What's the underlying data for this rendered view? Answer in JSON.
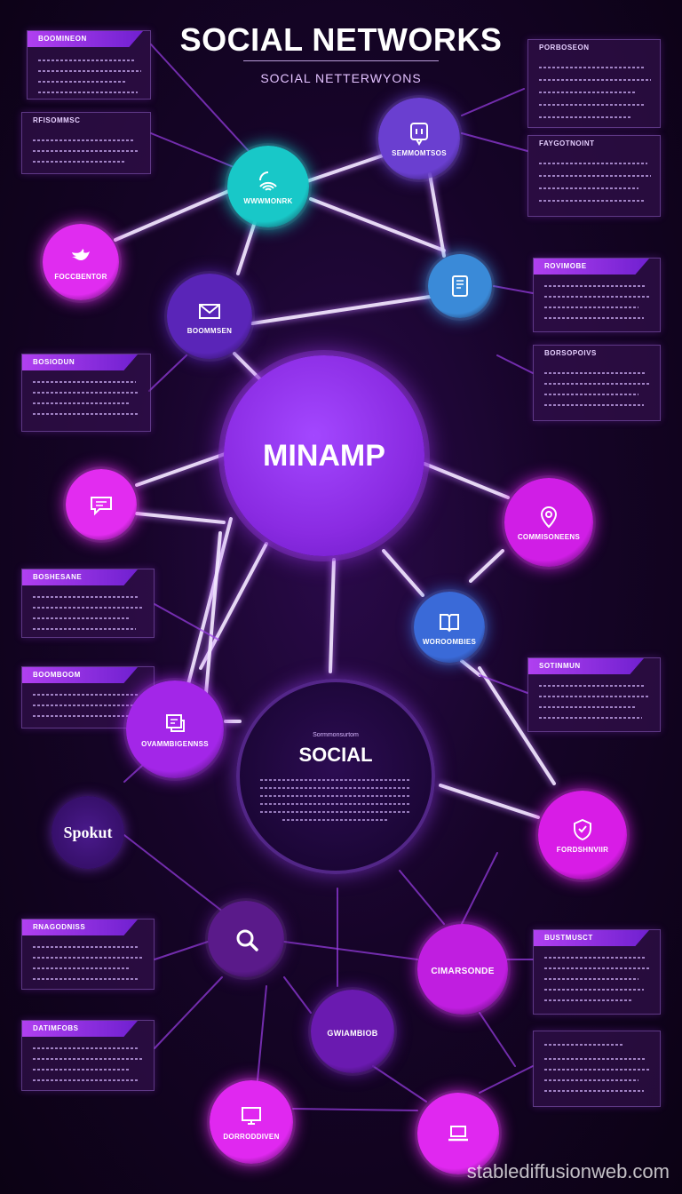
{
  "header": {
    "title": "SOCIAL NETWORKS",
    "subtitle": "SOCIAL NETTERWYONS"
  },
  "center_hub": {
    "label": "MINAMP"
  },
  "social_hub": {
    "caption": "Sormmonsurtom",
    "label": "SOCIAL"
  },
  "spoke_label": "Spokut",
  "watermark": "stablediffusionweb.com",
  "nodes": [
    {
      "id": "n1",
      "label": "FOCCBENTOR",
      "icon": "bird-icon",
      "color": "#e02cf0"
    },
    {
      "id": "n2",
      "label": "WWWMONRK",
      "icon": "wifi-icon",
      "color": "#18c8c8"
    },
    {
      "id": "n3",
      "label": "SEMMOMTSOS",
      "icon": "chat-icon",
      "color": "#6a3fd0"
    },
    {
      "id": "n4",
      "label": "BOOMMSEN",
      "icon": "mail-icon",
      "color": "#5a25b8"
    },
    {
      "id": "n5",
      "label": "",
      "icon": "tablet-icon",
      "color": "#3a8ad8"
    },
    {
      "id": "n6",
      "label": "",
      "icon": "message-icon",
      "color": "#e22cf0"
    },
    {
      "id": "n7",
      "label": "COMMISONEENS",
      "icon": "location-icon",
      "color": "#d01ee6"
    },
    {
      "id": "n8",
      "label": "WOROOMBIES",
      "icon": "book-icon",
      "color": "#3a6ad8"
    },
    {
      "id": "n9",
      "label": "OVAMMBIGENNSS",
      "icon": "presentation-icon",
      "color": "#a326e8"
    },
    {
      "id": "n10",
      "label": "FORDSHNVIIR",
      "icon": "shield-icon",
      "color": "#d81ce6"
    },
    {
      "id": "n11",
      "label": "",
      "icon": "search-icon",
      "color": "#5a1a8a"
    },
    {
      "id": "n12",
      "label": "CIMARSONDE",
      "icon": "none",
      "color": "#c01ee0"
    },
    {
      "id": "n13",
      "label": "GWIAMBIOB",
      "icon": "none",
      "color": "#6a1ab0"
    },
    {
      "id": "n14",
      "label": "DORRODDIVEN",
      "icon": "desktop-icon",
      "color": "#e028f0"
    },
    {
      "id": "n15",
      "label": "",
      "icon": "laptop-icon",
      "color": "#e028f0"
    }
  ],
  "cards": [
    {
      "id": "c1",
      "header": "BOOMINEON"
    },
    {
      "id": "c2",
      "header": "RFISOMMSC"
    },
    {
      "id": "c3",
      "header": "BOSIODUN"
    },
    {
      "id": "c4",
      "header": "BOSHESANE"
    },
    {
      "id": "c5",
      "header": "BOOMBOOM"
    },
    {
      "id": "c6",
      "header": "RNAGODNISS"
    },
    {
      "id": "c7",
      "header": "DATIMFOBS"
    },
    {
      "id": "c8",
      "header": "PORBOSEON"
    },
    {
      "id": "c9",
      "header": "FAYGOTNOINT"
    },
    {
      "id": "c10",
      "header": "ROVIMOBE"
    },
    {
      "id": "c11",
      "header": "BORSOPOIVS"
    },
    {
      "id": "c12",
      "header": "SOTINMUN"
    },
    {
      "id": "c13",
      "header": "BUSTMUSCT"
    }
  ]
}
